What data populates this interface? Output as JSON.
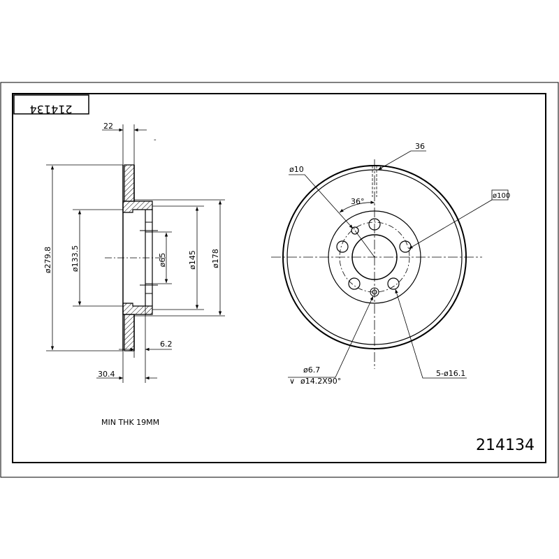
{
  "title_block": {
    "mirrored_label": "214134",
    "part_number": "214134",
    "note": "MIN THK 19MM",
    "stray_mark": "-"
  },
  "side_view_dims": {
    "offset_top": "22",
    "d_outer": "ø279.8",
    "d_133": "ø133.5",
    "d_65": "ø65",
    "d_145": "ø145",
    "d_178": "ø178",
    "thick_6_2": "6.2",
    "height_30_4": "30.4"
  },
  "front_view_dims": {
    "notch": "36",
    "hole_small": "ø10",
    "angle": "36°",
    "pcd": "ø100",
    "pin_hole": "ø6.7",
    "countersink": "ø14.2X90°",
    "bolt_holes": "5-ø16.1",
    "countersink_symbol": "∨"
  }
}
